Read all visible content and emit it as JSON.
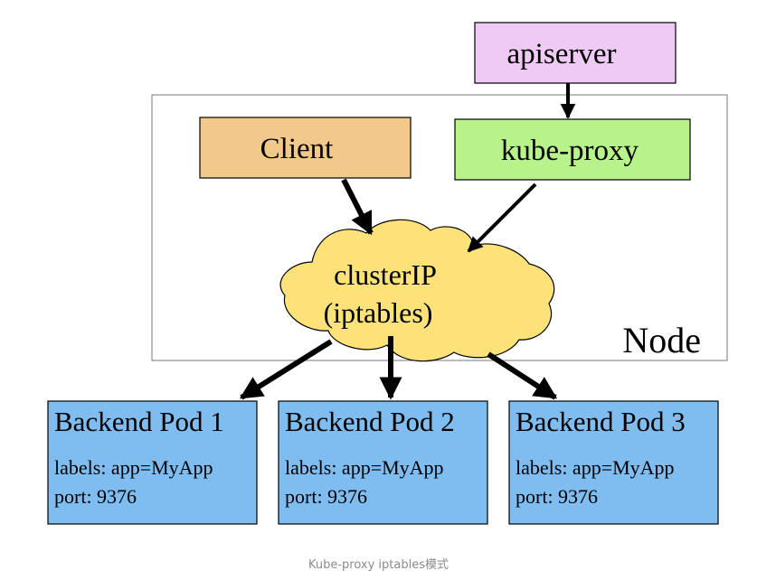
{
  "diagram": {
    "node_label": "Node",
    "apiserver": {
      "label": "apiserver",
      "color": "#eecaf5"
    },
    "client": {
      "label": "Client",
      "color": "#f2c98a"
    },
    "kube_proxy": {
      "label": "kube-proxy",
      "color": "#b8f28a"
    },
    "cluster_ip": {
      "line1": "clusterIP",
      "line2": "(iptables)",
      "color": "#fde27a"
    },
    "backend_color": "#7fbcf0",
    "pods": [
      {
        "title": "Backend Pod 1",
        "labels": "labels: app=MyApp",
        "port": "port: 9376"
      },
      {
        "title": "Backend Pod 2",
        "labels": "labels: app=MyApp",
        "port": "port: 9376"
      },
      {
        "title": "Backend Pod 3",
        "labels": "labels: app=MyApp",
        "port": "port: 9376"
      }
    ]
  },
  "caption": "Kube-proxy iptables模式"
}
